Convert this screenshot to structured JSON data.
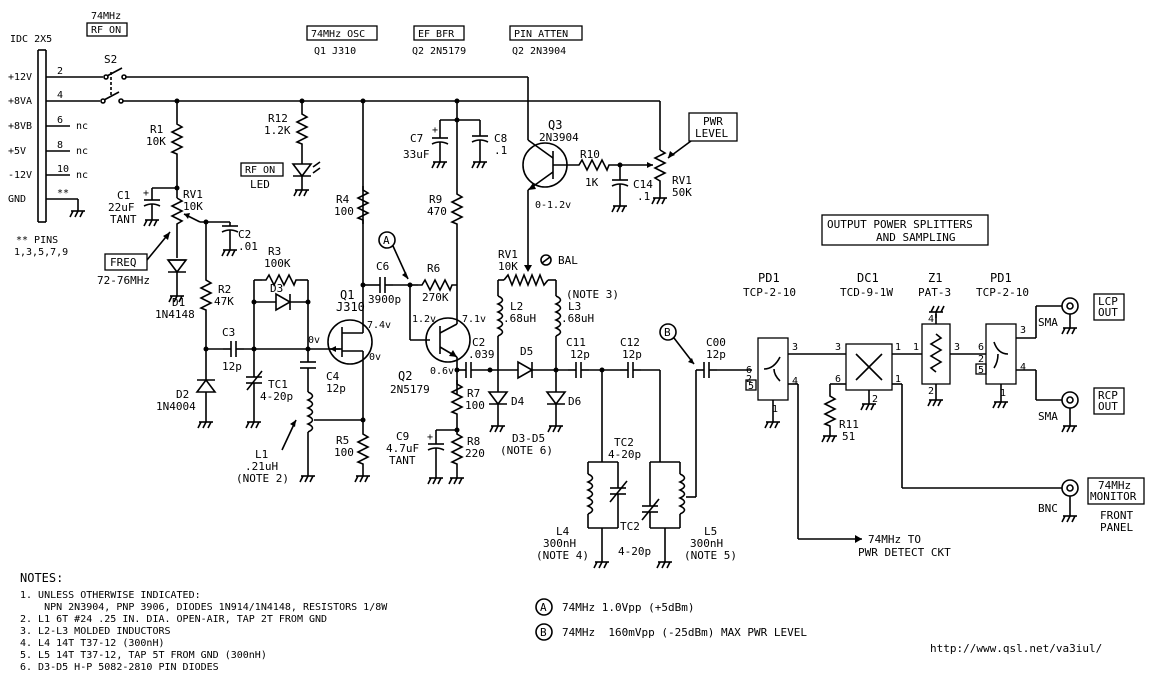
{
  "header": {
    "sw_freq": "74MHz",
    "rf_on_box": "RF ON",
    "osc_box": "74MHz OSC",
    "osc_sub": "Q1 J310",
    "bfr_box": "EF BFR",
    "bfr_sub": "Q2 2N5179",
    "atten_box": "PIN ATTEN",
    "atten_sub": "Q2 2N3904"
  },
  "connector": {
    "title": "IDC 2X5",
    "rows": [
      {
        "label": "+12V",
        "pin": "2",
        "state": ""
      },
      {
        "label": "+8VA",
        "pin": "4",
        "state": ""
      },
      {
        "label": "+8VB",
        "pin": "6",
        "state": "nc"
      },
      {
        "label": "+5V",
        "pin": "8",
        "state": "nc"
      },
      {
        "label": "-12V",
        "pin": "10",
        "state": "nc"
      },
      {
        "label": "GND",
        "pin": "**",
        "state": ""
      }
    ],
    "pins_note_1": "** PINS",
    "pins_note_2": "1,3,5,7,9"
  },
  "components": {
    "S2": "S2",
    "R1": "R1",
    "R1v": "10K",
    "R12": "R12",
    "R12v": "1.2K",
    "C7": "C7",
    "C7v": "33uF",
    "C8": "C8",
    "C8v": ".1",
    "C1": "C1",
    "C1v": "22uF",
    "C1t": "TANT",
    "RV1": "RV1",
    "RV1v": "10K",
    "C2a": "C2",
    "C2av": ".01",
    "led_box": "RF ON",
    "led": "LED",
    "R4": "R4",
    "R4v": "100",
    "R9": "R9",
    "R9v": "470",
    "Q3": "Q3",
    "Q3v": "2N3904",
    "R10": "R10",
    "R10v": "1K",
    "C14": "C14",
    "C14v": ".1",
    "RV1b": "RV1",
    "RV1bv": "50K",
    "pwr_1": "PWR",
    "pwr_2": "LEVEL",
    "vq3": "0-1.2v",
    "freq": "FREQ",
    "freq_range": "72-76MHz",
    "R3": "R3",
    "R3v": "100K",
    "D3": "D3",
    "R2": "R2",
    "R2v": "47K",
    "D1": "D1",
    "D1v": "1N4148",
    "C3": "C3",
    "C3v": "12p",
    "Q1": "Q1",
    "Q1v": "J310",
    "v74": "7.4v",
    "v0a": "0v",
    "v0b": "0v",
    "C6": "C6",
    "C6v": "3900p",
    "markA": "A",
    "R6": "R6",
    "R6v": "270K",
    "v12": "1.2v",
    "v71": "7.1v",
    "RV1c": "RV1",
    "RV1cv": "10K",
    "bal": "BAL",
    "L2": "L2",
    "L2v": ".68uH",
    "L3": "L3",
    "L3v": ".68uH",
    "note3": "(NOTE 3)",
    "C2b": "C2",
    "C2bv": ".039",
    "v06": "0.6v",
    "Q2": "Q2",
    "Q2v": "2N5179",
    "C4": "C4",
    "C4v": "12p",
    "D2": "D2",
    "D2v": "1N4004",
    "TC1": "TC1",
    "TC1v": "4-20p",
    "L1": "L1",
    "L1v": ".21uH",
    "L1n": "(NOTE 2)",
    "R5": "R5",
    "R5v": "100",
    "C9": "C9",
    "C9v": "4.7uF",
    "C9t": "TANT",
    "R7": "R7",
    "R7v": "100",
    "R8": "R8",
    "R8v": "220",
    "D5": "D5",
    "D4": "D4",
    "D6": "D6",
    "d3d5": "D3-D5",
    "note6": "(NOTE 6)",
    "C11": "C11",
    "C11v": "12p",
    "C12": "C12",
    "C12v": "12p",
    "TC2a": "TC2",
    "TC2av": "4-20p",
    "TC2b": "TC2",
    "TC2bv": "4-20p",
    "L4": "L4",
    "L4v": "300nH",
    "L4n": "(NOTE 4)",
    "L5": "L5",
    "L5v": "300nH",
    "L5n": "(NOTE 5)",
    "markB": "B",
    "C00": "C00",
    "C00v": "12p"
  },
  "rf": {
    "splitter_box_1": "OUTPUT POWER SPLITTERS",
    "splitter_box_2": "AND SAMPLING",
    "PD1": "PD1",
    "PD1v": "TCP-2-10",
    "DC1": "DC1",
    "DC1v": "TCD-9-1W",
    "Z1": "Z1",
    "Z1v": "PAT-3",
    "PD1b": "PD1",
    "PD1bv": "TCP-2-10",
    "R11": "R11",
    "R11v": "51",
    "sma1": "SMA",
    "sma2": "SMA",
    "bnc": "BNC",
    "lcp_1": "LCP",
    "lcp_2": "OUT",
    "rcp_1": "RCP",
    "rcp_2": "OUT",
    "mon_1": "74MHz",
    "mon_2": "MONITOR",
    "front_1": "FRONT",
    "front_2": "PANEL",
    "detect_1": "74MHz TO",
    "detect_2": "PWR DETECT CKT",
    "p3": "3",
    "p1": "1",
    "p6": "6",
    "p2": "2",
    "p5": "5",
    "p4": "4"
  },
  "notes": {
    "title": "NOTES:",
    "lines": [
      "1. UNLESS OTHERWISE INDICATED:",
      "    NPN 2N3904, PNP 3906, DIODES 1N914/1N4148, RESISTORS 1/8W",
      "2. L1 6T #24 .25 IN. DIA. OPEN-AIR, TAP 2T FROM GND",
      "3. L2-L3 MOLDED INDUCTORS",
      "4. L4 14T T37-12 (300nH)",
      "5. L5 14T T37-12, TAP 5T FROM GND (300nH)",
      "6. D3-D5 H-P 5082-2810 PIN DIODES"
    ],
    "levelA_mark": "A",
    "levelA": "74MHz 1.0Vpp (+5dBm)",
    "levelB_mark": "B",
    "levelB": "74MHz  160mVpp (-25dBm) MAX PWR LEVEL"
  },
  "url": "http://www.qsl.net/va3iul/"
}
